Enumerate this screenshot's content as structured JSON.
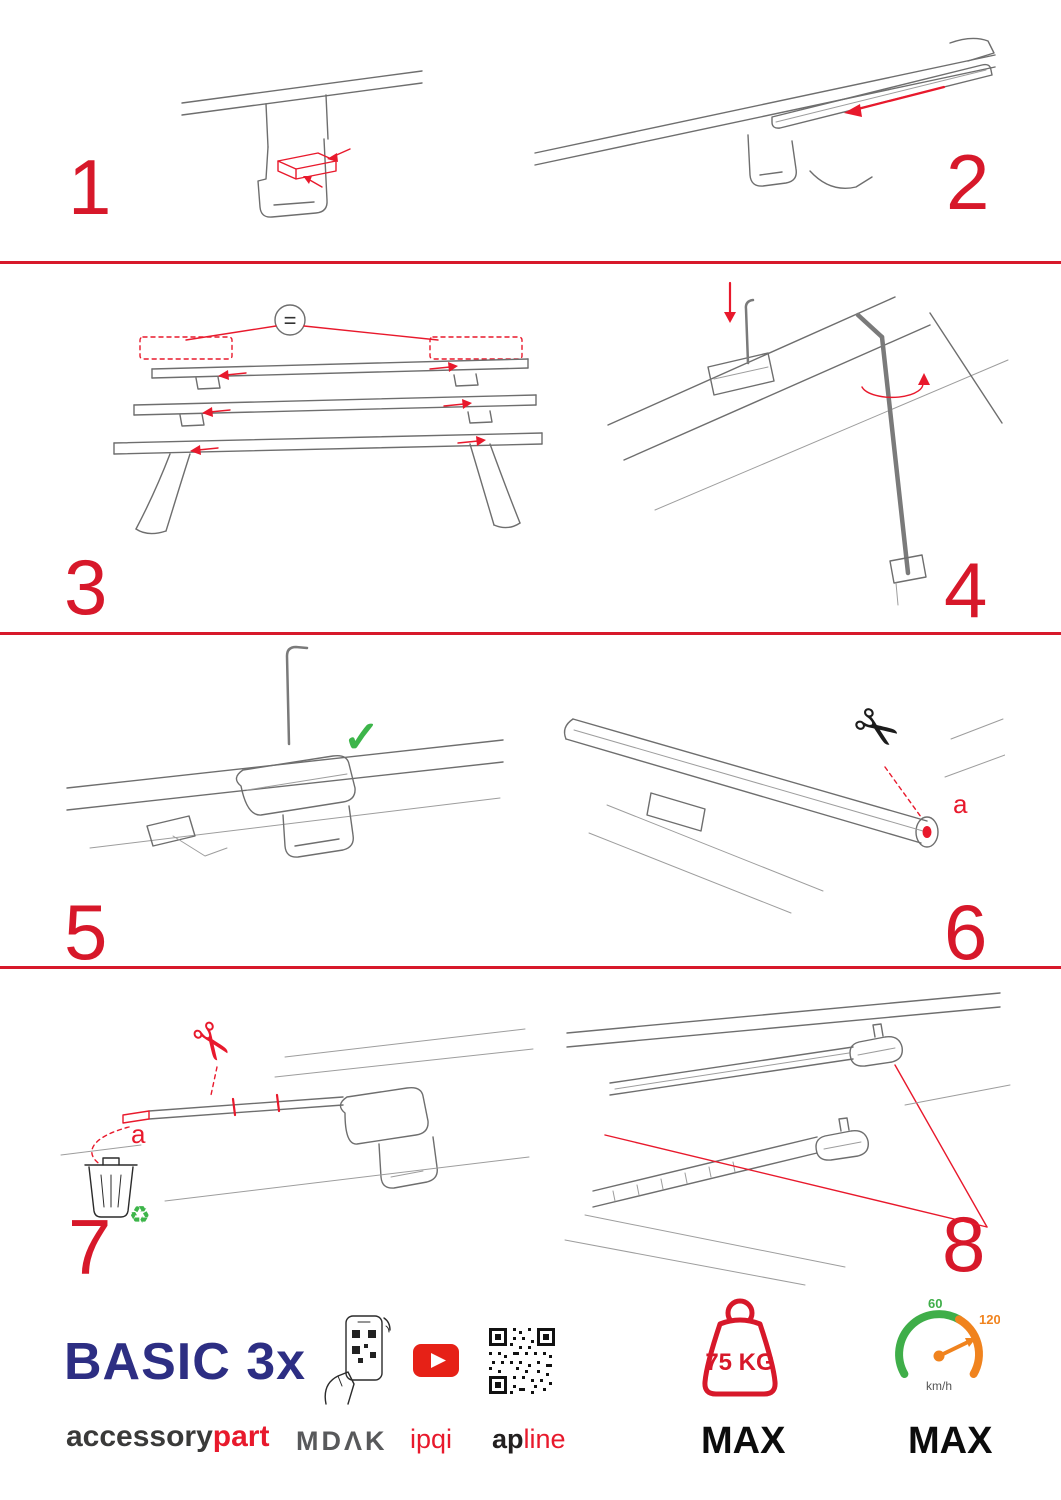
{
  "meta": {
    "accent_color": "#e8192c",
    "divider_color": "#d7182a",
    "line_color": "#6e6e6e",
    "brand_blue": "#2d2e83",
    "green": "#3db54a",
    "orange": "#f0831e"
  },
  "steps": [
    {
      "number": "1"
    },
    {
      "number": "2"
    },
    {
      "number": "3"
    },
    {
      "number": "4"
    },
    {
      "number": "5"
    },
    {
      "number": "6"
    },
    {
      "number": "7"
    },
    {
      "number": "8"
    }
  ],
  "glyphs": {
    "equal": "=",
    "check": "✓",
    "scissors": "✂",
    "recycle": "♻",
    "label_a": "a"
  },
  "icons": [
    "equals-badge",
    "check-icon",
    "scissors-icon",
    "recycle-icon",
    "trash-icon",
    "phone-qr-icon",
    "youtube-icon",
    "qr-code",
    "weight-badge",
    "speedometer-gauge"
  ],
  "footer": {
    "brand_title": "BASIC 3x",
    "brand_black": "accessory",
    "brand_red": "part",
    "mdak": "MDΛK",
    "ipqi": "ipqi",
    "apline_black": "ap",
    "apline_red": "line",
    "weight_value": "75 KG",
    "weight_max": "MAX",
    "speed_low": "60",
    "speed_high": "120",
    "speed_unit": "km/h",
    "speed_max": "MAX"
  }
}
